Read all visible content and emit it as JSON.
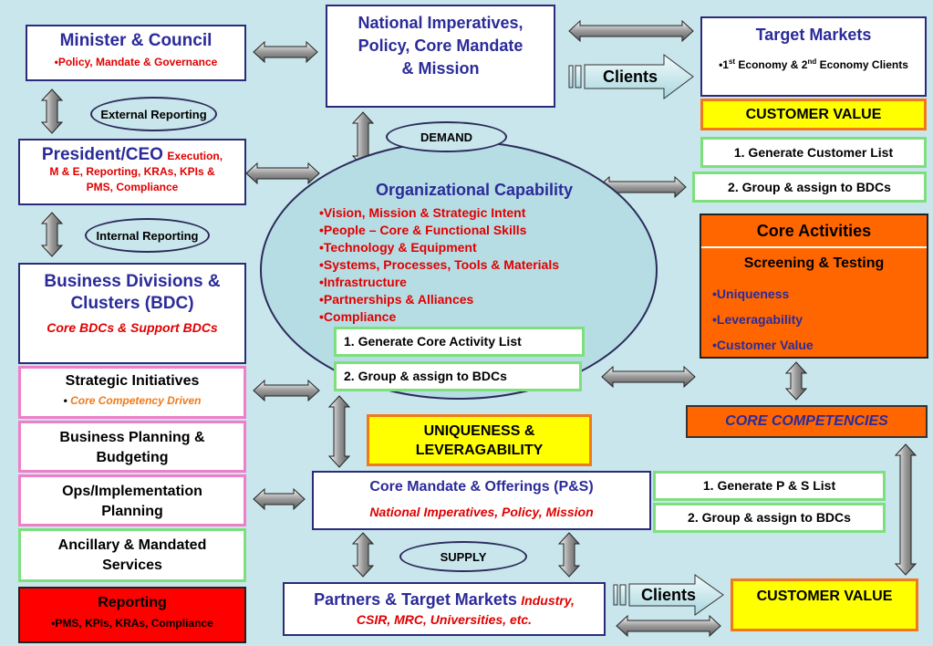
{
  "minister": {
    "title": "Minister & Council",
    "bullet": "Policy, Mandate & Governance"
  },
  "national": {
    "title_line1": "National Imperatives,",
    "title_line2": "Policy, Core Mandate",
    "title_line3": "& Mission"
  },
  "target_markets": {
    "title": "Target Markets",
    "bullet_pre": "1",
    "sup1": "st",
    "mid": " Economy & 2",
    "sup2": "nd",
    "post": " Economy Clients"
  },
  "clients_top": "Clients",
  "customer_value_top": "CUSTOMER VALUE",
  "generate_customer_list": "1. Generate Customer List",
  "group_assign_top": "2. Group & assign to BDCs",
  "external_reporting": "External Reporting",
  "demand": "DEMAND",
  "president": {
    "title": "President/CEO",
    "sub1": "Execution,",
    "sub2": "M & E, Reporting, KRAs, KPIs &",
    "sub3": "PMS, Compliance"
  },
  "internal_reporting": "Internal Reporting",
  "org_capability": {
    "title": "Organizational Capability",
    "items": [
      "Vision, Mission & Strategic Intent",
      "People – Core & Functional Skills",
      "Technology & Equipment",
      "Systems, Processes, Tools & Materials",
      "Infrastructure",
      "Partnerships & Alliances",
      "Compliance"
    ]
  },
  "generate_core_activity": "1. Generate Core Activity List",
  "group_assign_mid": "2. Group & assign to BDCs",
  "core_activities": {
    "title": "Core Activities",
    "subtitle": "Screening & Testing",
    "items": [
      "Uniqueness",
      "Leveragability",
      "Customer Value"
    ]
  },
  "bdc": {
    "title_line1": "Business Divisions &",
    "title_line2": "Clusters (BDC)",
    "sub": "Core BDCs & Support BDCs"
  },
  "strategic": {
    "title": "Strategic Initiatives",
    "bullet": "Core Competency Driven"
  },
  "business_planning": {
    "line1": "Business Planning &",
    "line2": "Budgeting"
  },
  "ops": {
    "line1": "Ops/Implementation",
    "line2": "Planning"
  },
  "ancillary": {
    "line1": "Ancillary & Mandated",
    "line2": "Services"
  },
  "reporting": {
    "title": "Reporting",
    "bullet": "PMS, KPIs, KRAs, Compliance"
  },
  "uniqueness": {
    "line1": "UNIQUENESS &",
    "line2": "LEVERAGABILITY"
  },
  "core_competencies": "CORE COMPETENCIES",
  "core_mandate": {
    "title": "Core Mandate & Offerings (P&S)",
    "sub": "National Imperatives, Policy, Mission"
  },
  "generate_ps": "1. Generate P & S List",
  "group_assign_bottom": "2. Group & assign to BDCs",
  "supply": "SUPPLY",
  "partners": {
    "title": "Partners & Target Markets",
    "sub1": "Industry,",
    "sub2": "CSIR, MRC, Universities, etc."
  },
  "clients_bottom": "Clients",
  "customer_value_bottom": "CUSTOMER VALUE",
  "colors": {
    "background": "#c9e6ec",
    "navy": "#2b2b7a",
    "red": "#e00000",
    "orange": "#ff6600",
    "yellow": "#ffff00",
    "green_border": "#7de07d",
    "pink_border": "#f07ec8",
    "ellipse_fill": "#b7dde4"
  }
}
